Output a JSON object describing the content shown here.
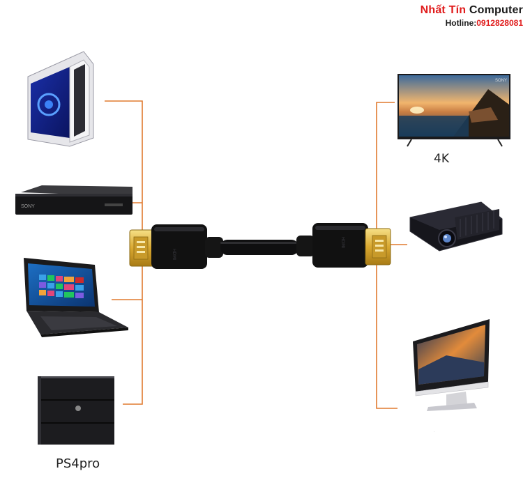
{
  "brand": {
    "name_part1": "Nhất Tín",
    "name_part2": "Computer",
    "hotline_label": "Hotline:",
    "hotline_number": "0912828081"
  },
  "devices": {
    "left": [
      "desktop-pc",
      "blu-ray-player",
      "laptop",
      "ps4-pro-console"
    ],
    "right": [
      "4k-tv",
      "projector",
      "all-in-one-monitor"
    ]
  },
  "labels": {
    "tv": "4K",
    "console": "PS4pro",
    "player_brand": "SONY",
    "tv_brand": "SONY"
  },
  "colors": {
    "connector_line": "#e07a2f",
    "cable": "#111111",
    "gold": "#d9b23a",
    "brand_red": "#e01b1b"
  }
}
